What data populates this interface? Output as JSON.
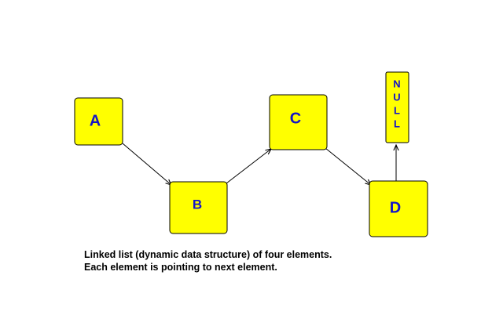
{
  "colors": {
    "node_fill": "#ffff00",
    "node_stroke": "#000000",
    "label_color": "#1414c8",
    "arrow_color": "#000000"
  },
  "nodes": {
    "a": {
      "label": "A"
    },
    "b": {
      "label": "B"
    },
    "c": {
      "label": "C"
    },
    "d": {
      "label": "D"
    }
  },
  "null_box": {
    "letters": [
      "N",
      "U",
      "L",
      "L"
    ]
  },
  "caption": {
    "line1": "Linked list (dynamic data structure) of four elements.",
    "line2": "Each element is pointing to next element."
  }
}
